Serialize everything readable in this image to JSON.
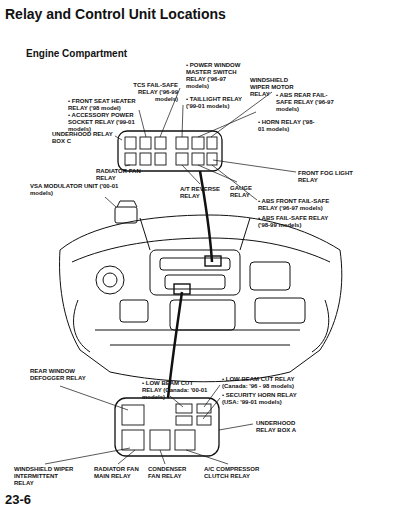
{
  "diagram": {
    "title": "Relay and Control Unit Locations",
    "labels": [
      "Engine Compartment",
      "• POWER WINDOW MASTER SWITCH RELAY ('96-97 models)",
      "• TAILLIGHT RELAY ('99-01 models)",
      "TCS FAIL-SAFE RELAY ('96-99 models)",
      "WINDSHIELD WIPER MOTOR RELAY",
      "• ABS REAR FAIL-SAFE RELAY ('96-97 models)",
      "• HORN RELAY ('98-01 models)",
      "• FRONT SEAT HEATER RELAY ('98 model)",
      "• ACCESSORY POWER SOCKET RELAY ('99-01 models)",
      "UNDERHOOD RELAY BOX C",
      "RADIATOR FAN RELAY",
      "A/T REVERSE RELAY",
      "GAUGE RELAY",
      "FRONT FOG LIGHT RELAY",
      "VSA MODULATOR UNIT ('00-01 models)",
      "• ABS FRONT FAIL-SAFE RELAY ('96-97 models)",
      "• ABS FAIL-SAFE RELAY ('98-99 models)",
      "REAR WINDOW DEFOGGER RELAY",
      "• LOW BEAM CUT RELAY (Canada: '00-01 models)",
      "• LOW BEAM CUT RELAY (Canada: '96 - 98 models)",
      "• SECURITY HORN RELAY (USA: '99-01 models)",
      "UNDERHOOD RELAY BOX A",
      "WINDSHIELD WIPER INTERMITTENT RELAY",
      "RADIATOR FAN MAIN RELAY",
      "CONDENSER FAN RELAY",
      "A/C COMPRESSOR CLUTCH RELAY",
      "23-6"
    ]
  }
}
